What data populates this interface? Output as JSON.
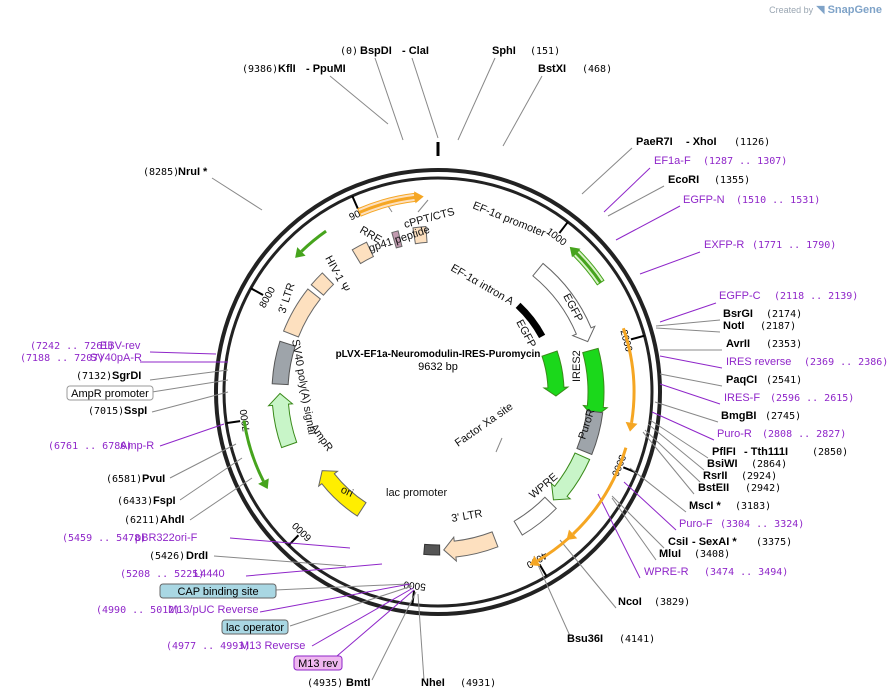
{
  "credit": {
    "prefix": "Created by",
    "brand": "SnapGene"
  },
  "plasmid": {
    "name": "pLVX-EF1a-Neuromodulin-IRES-Puromycin",
    "length": "9632 bp"
  },
  "ticks": [
    "1000",
    "2000",
    "3000",
    "4000",
    "5000",
    "6000",
    "7000",
    "8000",
    "9000"
  ],
  "enzymes_left": [
    {
      "name": "BspDI",
      "sep": "- ClaI",
      "pos": "(0)"
    },
    {
      "name": "KflI",
      "sep": "- PpuMI",
      "pos": "(9386)"
    },
    {
      "name": "NruI *",
      "pos": "(8285)"
    },
    {
      "name": "SgrDI",
      "pos": "(7132)"
    },
    {
      "name": "SspI",
      "pos": "(7015)"
    },
    {
      "name": "PvuI",
      "pos": "(6581)"
    },
    {
      "name": "FspI",
      "pos": "(6433)"
    },
    {
      "name": "AhdI",
      "pos": "(6211)"
    },
    {
      "name": "DrdI",
      "pos": "(5426)"
    },
    {
      "name": "BmtI",
      "pos": "(4935)"
    },
    {
      "name": "NheI",
      "pos": "(4931)"
    }
  ],
  "enzymes_right": [
    {
      "name": "SphI",
      "pos": "(151)"
    },
    {
      "name": "BstXI",
      "pos": "(468)"
    },
    {
      "name": "PaeR7I",
      "sep": "- XhoI",
      "pos": "(1126)"
    },
    {
      "name": "EcoRI",
      "pos": "(1355)"
    },
    {
      "name": "BsrGI",
      "pos": "(2174)"
    },
    {
      "name": "NotI",
      "pos": "(2187)"
    },
    {
      "name": "AvrII",
      "pos": "(2353)"
    },
    {
      "name": "PaqCI",
      "pos": "(2541)"
    },
    {
      "name": "BmgBI",
      "pos": "(2745)"
    },
    {
      "name": "PflFI",
      "sep": "- Tth111I",
      "pos": "(2850)"
    },
    {
      "name": "BsiWI",
      "pos": "(2864)"
    },
    {
      "name": "RsrII",
      "pos": "(2924)"
    },
    {
      "name": "BstEII",
      "pos": "(2942)"
    },
    {
      "name": "MscI *",
      "pos": "(3183)"
    },
    {
      "name": "CsiI",
      "sep": "- SexAI *",
      "pos": "(3375)"
    },
    {
      "name": "MluI",
      "pos": "(3408)"
    },
    {
      "name": "NcoI",
      "pos": "(3829)"
    },
    {
      "name": "Bsu36I",
      "pos": "(4141)"
    }
  ],
  "primers_right": [
    {
      "name": "EF1a-F",
      "pos": "(1287 .. 1307)"
    },
    {
      "name": "EGFP-N",
      "pos": "(1510 .. 1531)"
    },
    {
      "name": "EXFP-R",
      "pos": "(1771 .. 1790)"
    },
    {
      "name": "EGFP-C",
      "pos": "(2118 .. 2139)"
    },
    {
      "name": "IRES reverse",
      "pos": "(2369 .. 2386)"
    },
    {
      "name": "IRES-F",
      "pos": "(2596 .. 2615)"
    },
    {
      "name": "Puro-R",
      "pos": "(2808 .. 2827)"
    },
    {
      "name": "Puro-F",
      "pos": "(3304 .. 3324)"
    },
    {
      "name": "WPRE-R",
      "pos": "(3474 .. 3494)"
    }
  ],
  "primers_left": [
    {
      "name": "EBV-rev",
      "pos": "(7242 .. 7261)"
    },
    {
      "name": "SV40pA-R",
      "pos": "(7188 .. 7207)"
    },
    {
      "name": "Amp-R",
      "pos": "(6761 .. 6780)"
    },
    {
      "name": "pBR322ori-F",
      "pos": "(5459 .. 5478)"
    },
    {
      "name": "L4440",
      "pos": "(5208 .. 5225)"
    },
    {
      "name": "M13/pUC Reverse",
      "pos": "(4990 .. 5012)"
    },
    {
      "name": "M13 Reverse",
      "pos": "(4977 .. 4993)"
    }
  ],
  "boxed": {
    "ampr_promoter": "AmpR promoter",
    "cap_site": "CAP binding site",
    "lac_operator": "lac operator",
    "m13_rev": "M13 rev"
  },
  "features": {
    "ef1a_promoter": "EF-1α promoter",
    "ef1a_intron": "EF-1α intron A",
    "egfp_outer": "EGFP",
    "egfp_inner": "EGFP",
    "ires2": "IRES2",
    "puror": "PuroR",
    "wpre": "WPRE",
    "ltr3_right": "3' LTR",
    "factor_xa": "Factor Xa site",
    "lac_promoter": "lac promoter",
    "ori": "ori",
    "ampr": "AmpR",
    "sv40": "SV40 poly(A) signal",
    "ltr3_left": "3' LTR",
    "hiv_psi": "HIV-1 Ψ",
    "rre": "RRE",
    "gp41": "gp41 peptide",
    "cppt": "cPPT/CTS"
  },
  "colors": {
    "primer": "#8f26c9",
    "orange": "#f5a623",
    "green": "#46a41d",
    "egfp": "#1bd81b",
    "gray": "#9ea4aa",
    "ori": "#ffee00",
    "peach": "#fde0bf"
  }
}
